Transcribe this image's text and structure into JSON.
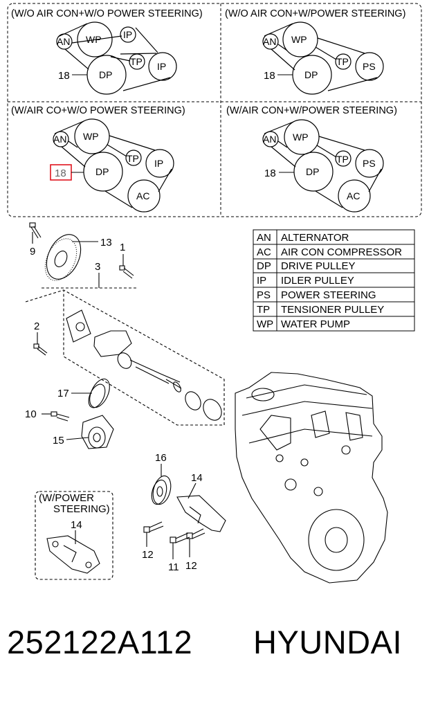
{
  "panels": [
    {
      "title": "(W/O AIR CON+W/O POWER STEERING)",
      "labels": {
        "an": "AN",
        "wp": "WP",
        "ip_top": "IP",
        "tp": "TP",
        "ip": "IP",
        "dp": "DP",
        "num": "18"
      }
    },
    {
      "title": "(W/O AIR CON+W/POWER STEERING)",
      "labels": {
        "an": "AN",
        "wp": "WP",
        "tp": "TP",
        "ps": "PS",
        "dp": "DP",
        "num": "18"
      }
    },
    {
      "title": "(W/AIR CO+W/O POWER STEERING)",
      "labels": {
        "an": "AN",
        "wp": "WP",
        "tp": "TP",
        "ip": "IP",
        "dp": "DP",
        "ac": "AC",
        "num": "18"
      }
    },
    {
      "title": "(W/AIR CON+W/POWER STEERING)",
      "labels": {
        "an": "AN",
        "wp": "WP",
        "tp": "TP",
        "ps": "PS",
        "dp": "DP",
        "ac": "AC",
        "num": "18"
      }
    }
  ],
  "highlight_color": "#e0141e",
  "legend": [
    {
      "code": "AN",
      "desc": "ALTERNATOR"
    },
    {
      "code": "AC",
      "desc": "AIR CON COMPRESSOR"
    },
    {
      "code": "DP",
      "desc": "DRIVE PULLEY"
    },
    {
      "code": "IP",
      "desc": "IDLER PULLEY"
    },
    {
      "code": "PS",
      "desc": "POWER STEERING"
    },
    {
      "code": "TP",
      "desc": "TENSIONER PULLEY"
    },
    {
      "code": "WP",
      "desc": "WATER PUMP"
    }
  ],
  "callouts": {
    "c9": "9",
    "c13": "13",
    "c1": "1",
    "c3": "3",
    "c2": "2",
    "c17": "17",
    "c10": "10",
    "c15": "15",
    "c16": "16",
    "c14": "14",
    "c14b": "14",
    "c12a": "12",
    "c11": "11",
    "c12b": "12"
  },
  "inset": {
    "line1": "(W/POWER",
    "line2": "STEERING)"
  },
  "footer": {
    "part_number": "252122A112",
    "brand": "HYUNDAI"
  }
}
